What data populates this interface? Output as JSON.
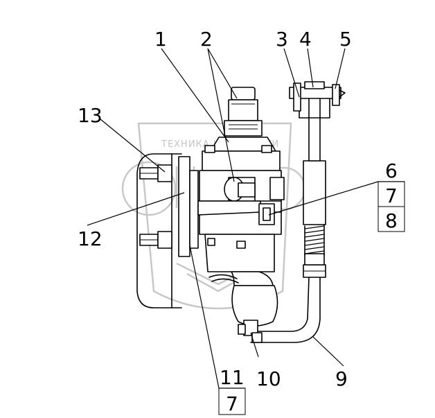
{
  "watermark": {
    "text": "ТЕХНИКА И ЗАПЧАСТИ"
  },
  "callouts": {
    "c1": "1",
    "c2": "2",
    "c3": "3",
    "c4": "4",
    "c5": "5",
    "c6": "6",
    "c7a": "7",
    "c8": "8",
    "c9": "9",
    "c10": "10",
    "c11": "11",
    "c7b": "7",
    "c12": "12",
    "c13": "13"
  }
}
